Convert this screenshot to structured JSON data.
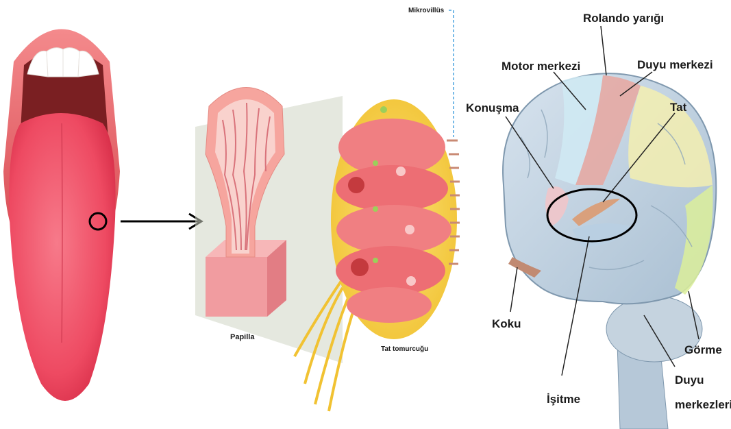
{
  "panels": {
    "tongue": {},
    "papilla": {
      "label": "Papilla"
    },
    "taste_bud": {
      "label": "Tat tomurcuğu",
      "microvilli_label": "Mikrovillüs"
    },
    "brain": {
      "labels": {
        "rolando": "Rolando yarığı",
        "motor": "Motor merkezi",
        "duyu": "Duyu merkezi",
        "konusma": "Konuşma",
        "tat": "Tat",
        "koku": "Koku",
        "gorme": "Görme",
        "isitme": "İşitme",
        "duyu_merkezleri_1": "Duyu",
        "duyu_merkezleri_2": "merkezleri"
      }
    }
  }
}
